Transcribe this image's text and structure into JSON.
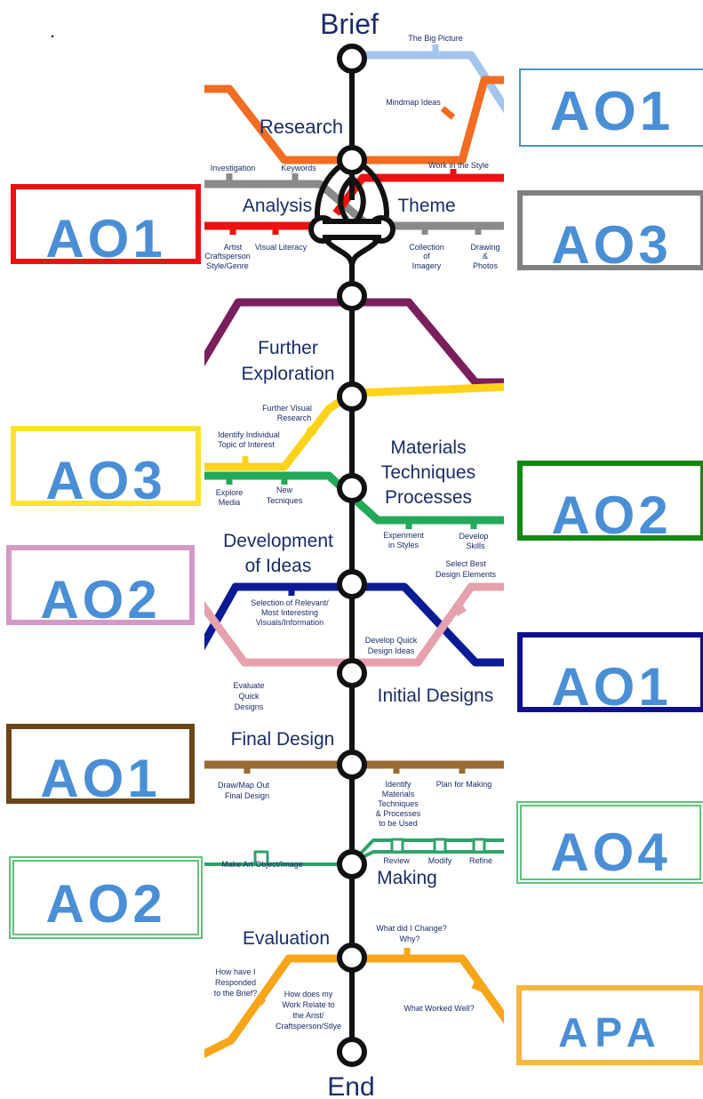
{
  "page": {
    "dot": "."
  },
  "stations": {
    "brief": "Brief",
    "research": "Research",
    "analysis": "Analysis",
    "theme": "Theme",
    "further_1": "Further",
    "further_2": "Exploration",
    "materials_1": "Materials",
    "materials_2": "Techniques",
    "materials_3": "Processes",
    "development_1": "Development",
    "development_2": "of Ideas",
    "initial_designs": "Initial Designs",
    "final_design": "Final Design",
    "making": "Making",
    "evaluation": "Evaluation",
    "end": "End"
  },
  "labels": {
    "big_picture": "The Big Picture",
    "mindmap": "Mindmap Ideas",
    "investigation": "Investigation",
    "keywords": "Keywords",
    "work_in_style": "Work in the Style",
    "artist_1": "Artist",
    "artist_2": "Craftsperson",
    "artist_3": "Style/Genre",
    "visual_literacy": "Visual Literacy",
    "collection_1": "Collection",
    "collection_2": "of",
    "collection_3": "Imagery",
    "drawing_1": "Drawing",
    "drawing_2": "&",
    "drawing_3": "Photos",
    "fvr_1": "Further Visual",
    "fvr_2": "Research",
    "identify_1": "Identify Individual",
    "identify_2": "Topic of Interest",
    "explore_1": "Explore",
    "explore_2": "Media",
    "new_1": "New",
    "new_2": "Tecniques",
    "experiment_1": "Experiment",
    "experiment_2": "in Styles",
    "develop_skills_1": "Develop",
    "develop_skills_2": "Skills",
    "select_best_1": "Select Best",
    "select_best_2": "Design Elements",
    "selection_1": "Selection of Relevant/",
    "selection_2": "Most Interesting",
    "selection_3": "Visuals/Information",
    "quick_1": "Develop Quick",
    "quick_2": "Design Ideas",
    "evaluate_1": "Evaluate",
    "evaluate_2": "Quick",
    "evaluate_3": "Designs",
    "draw_1": "Draw/Map Out",
    "draw_2": "Final Design",
    "idm_1": "Identify",
    "idm_2": "Materials",
    "idm_3": "Techniques",
    "idm_4": "& Processes",
    "idm_5": "to be Used",
    "plan": "Plan for Making",
    "make_object": "Make Art Object/Image",
    "review": "Review",
    "modify": "Modify",
    "refine": "Refine",
    "change_1": "What did I Change?",
    "change_2": "Why?",
    "responded_1": "How have I",
    "responded_2": "Responded",
    "responded_3": "to the Brief?",
    "relate_1": "How does my",
    "relate_2": "Work Relate to",
    "relate_3": "the Arist/",
    "relate_4": "Craftsperson/Stlye",
    "worked_well": "What Worked Well?"
  },
  "boxes": {
    "b1": {
      "text": "AO1",
      "color": "#4a8fd6"
    },
    "b2": {
      "text": "AO1",
      "color": "#ee1111"
    },
    "b3": {
      "text": "AO3",
      "color": "#808080"
    },
    "b4": {
      "text": "AO3",
      "color": "#ffe033"
    },
    "b5": {
      "text": "AO2",
      "color": "#128a12"
    },
    "b6": {
      "text": "AO2",
      "color": "#d49ac6"
    },
    "b7": {
      "text": "AO1",
      "color": "#10108f"
    },
    "b8": {
      "text": "AO1",
      "color": "#6e4516"
    },
    "b9": {
      "text": "AO4",
      "color": "#5ec47a"
    },
    "b10": {
      "text": "AO2",
      "color": "#5ec47a"
    },
    "b11": {
      "text": "APA",
      "color": "#f5b642"
    }
  },
  "line_colors": {
    "black": "#111111",
    "light_blue": "#a3c5ee",
    "orange": "#f26c22",
    "gray": "#8a8a8a",
    "red": "#ee1111",
    "purple": "#7a1f5c",
    "yellow": "#ffd21a",
    "green": "#22a95a",
    "navy": "#0b1b95",
    "pink": "#e5a1ad",
    "brown": "#9a6c33",
    "teal": "#2fa36a",
    "amber": "#f9a51a",
    "text_navy": "#1a2c6b"
  }
}
